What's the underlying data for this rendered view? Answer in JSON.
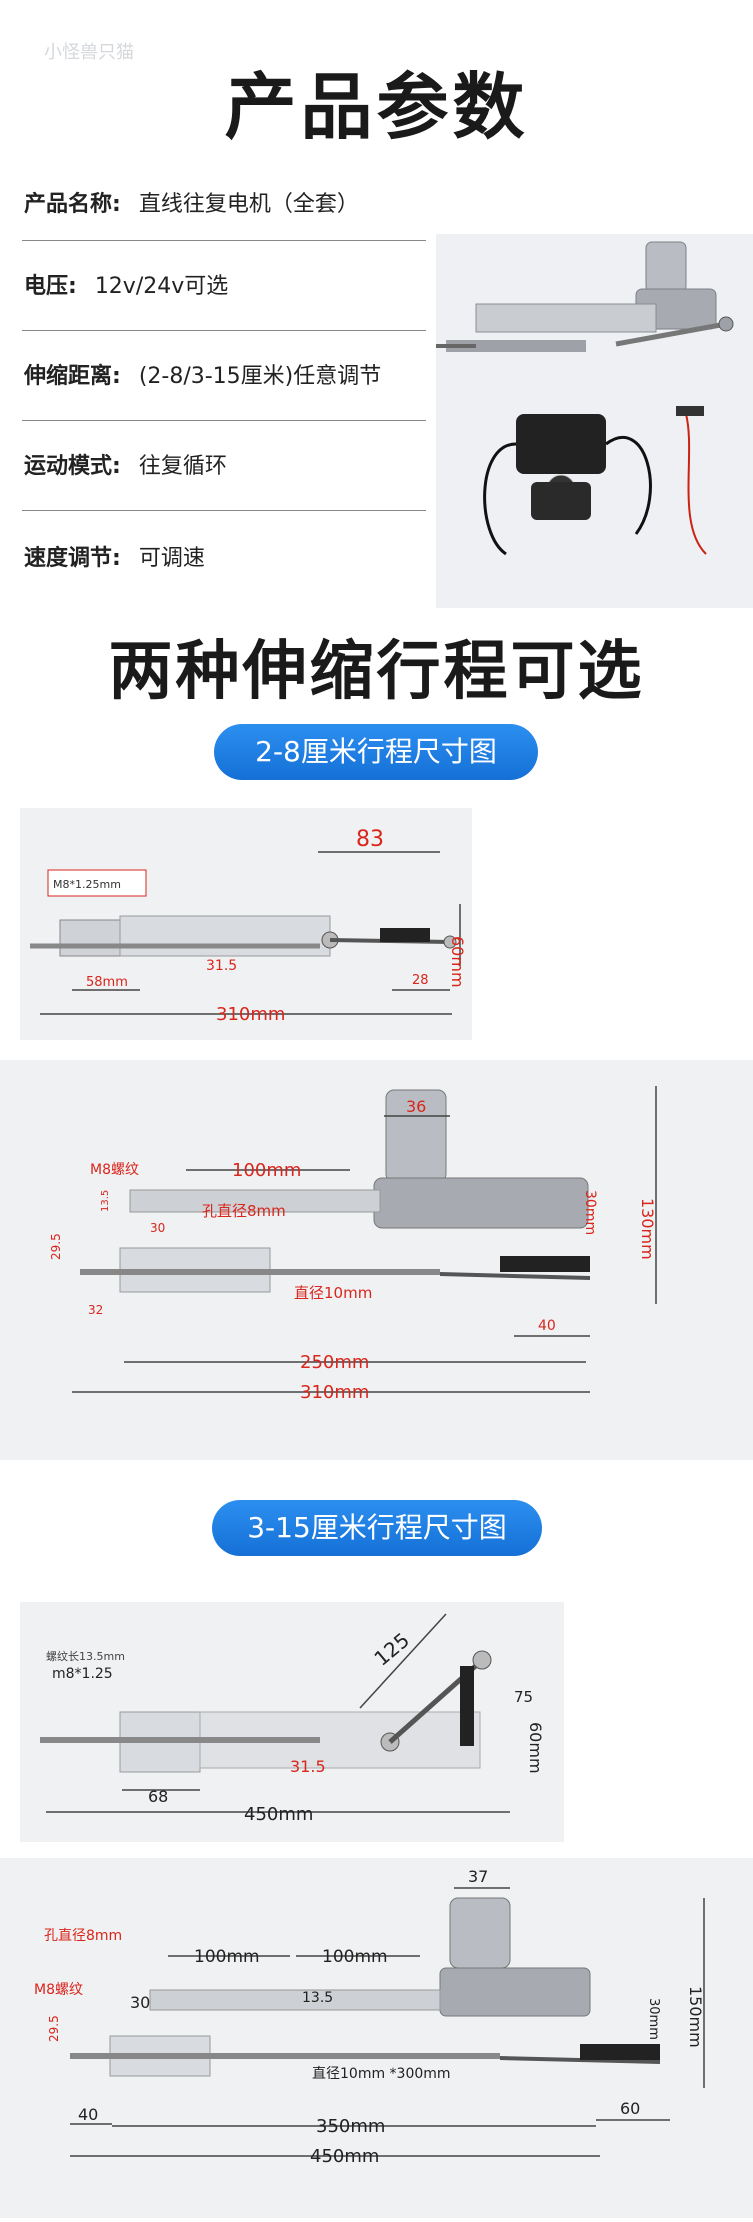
{
  "watermark": "小怪兽只猫",
  "spec_title": "产品参数",
  "specs": [
    {
      "label": "产品名称:",
      "value": "直线往复电机（全套）"
    },
    {
      "label": "电压:",
      "value": "12v/24v可选"
    },
    {
      "label": "伸缩距离:",
      "value": "(2-8/3-15厘米)任意调节"
    },
    {
      "label": "运动模式:",
      "value": "往复循环"
    },
    {
      "label": "速度调节:",
      "value": "可调速"
    }
  ],
  "section_title": "两种伸缩行程可选",
  "diagram1": {
    "pill": "2-8厘米行程尺寸图",
    "top": {
      "thread": "M8*1.25mm",
      "d83": "83",
      "d60": "60mm",
      "d31": "31.5",
      "d58": "58mm",
      "d28": "28",
      "d310": "310mm"
    },
    "side": {
      "thread": "M8螺纹",
      "d100": "100mm",
      "d36": "36",
      "d130": "130mm",
      "d30r": "30mm",
      "d135": "13.5",
      "d30": "30",
      "hole": "孔直径8mm",
      "d295": "29.5",
      "d32": "32",
      "shaft": "直径10mm",
      "d40": "40",
      "d250": "250mm",
      "d310": "310mm"
    }
  },
  "diagram2": {
    "pill": "3-15厘米行程尺寸图",
    "top": {
      "thread_len": "螺纹长13.5mm",
      "thread": "m8*1.25",
      "d125": "125",
      "d75": "75",
      "d60": "60mm",
      "d31": "31.5",
      "d68": "68",
      "d450": "450mm"
    },
    "side": {
      "d37": "37",
      "hole": "孔直径8mm",
      "d100a": "100mm",
      "d100b": "100mm",
      "d150": "150mm",
      "thread": "M8螺纹",
      "d30": "30",
      "d135": "13.5",
      "d30r": "30mm",
      "d295": "29.5",
      "shaft": "直径10mm *300mm",
      "d40": "40",
      "d350": "350mm",
      "d60": "60",
      "d450": "450mm"
    }
  }
}
